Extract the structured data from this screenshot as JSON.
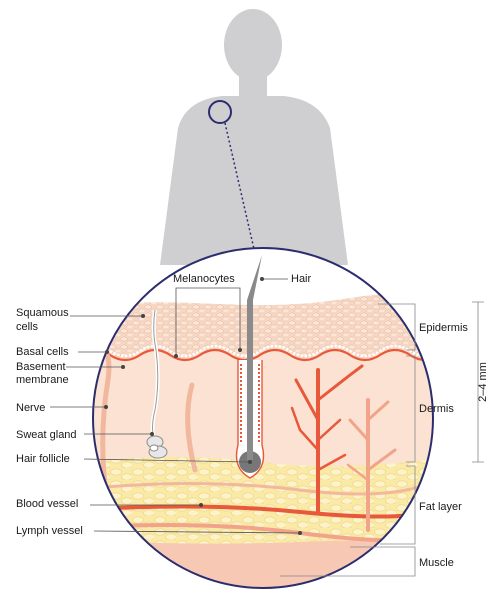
{
  "labels": {
    "squamous_cells": [
      "Squamous",
      "cells"
    ],
    "basal_cells": "Basal cells",
    "basement_membrane": [
      "Basement",
      "membrane"
    ],
    "nerve": "Nerve",
    "sweat_gland": "Sweat gland",
    "hair_follicle": "Hair follicle",
    "blood_vessel": "Blood vessel",
    "lymph_vessel": "Lymph vessel",
    "melanocytes": "Melanocytes",
    "hair": "Hair"
  },
  "layers": {
    "epidermis": "Epidermis",
    "dermis": "Dermis",
    "fat_layer": "Fat layer",
    "muscle": "Muscle"
  },
  "thickness": "2–4 mm",
  "colors": {
    "silhouette": "#cfcfd1",
    "circle_outline": "#2b2d6e",
    "epidermis": "#f6d7c3",
    "dermis": "#fbe2d2",
    "fat": "#fbe9a6",
    "muscle": "#f7c9b4",
    "blood_vessel": "#e8583a",
    "lymph_vessel": "#f2a48a",
    "hair": "#8a8a8c",
    "follicle": "#777777"
  }
}
